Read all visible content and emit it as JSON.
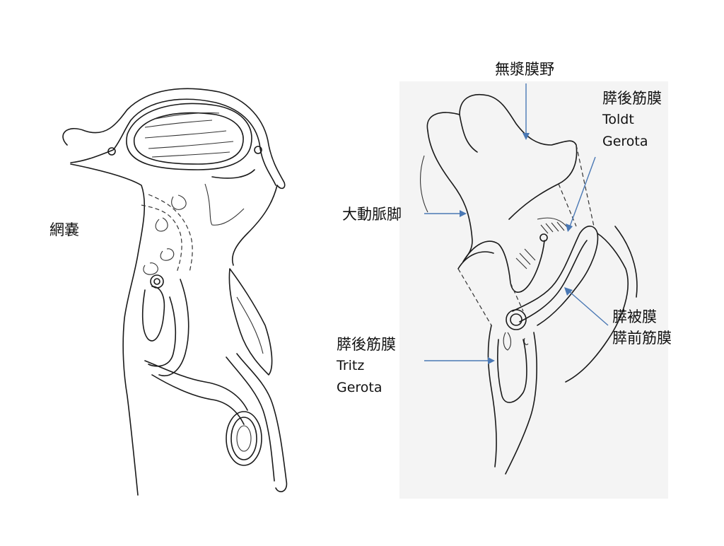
{
  "labels": {
    "omental_bursa": "網嚢",
    "bare_area": "無漿膜野",
    "retropancreatic_fascia_top": {
      "title": "膵後筋膜",
      "line1": "Toldt",
      "line2": "Gerota"
    },
    "aortic_crus": "大動脈脚",
    "pancreatic_capsule": {
      "line1": "膵被膜",
      "line2": "膵前筋膜"
    },
    "retropancreatic_fascia_bottom": {
      "title": "膵後筋膜",
      "line1": "Tritz",
      "line2": "Gerota"
    }
  },
  "colors": {
    "ink": "#1a1a1a",
    "arrow": "#4a78b4",
    "background": "#ffffff"
  }
}
